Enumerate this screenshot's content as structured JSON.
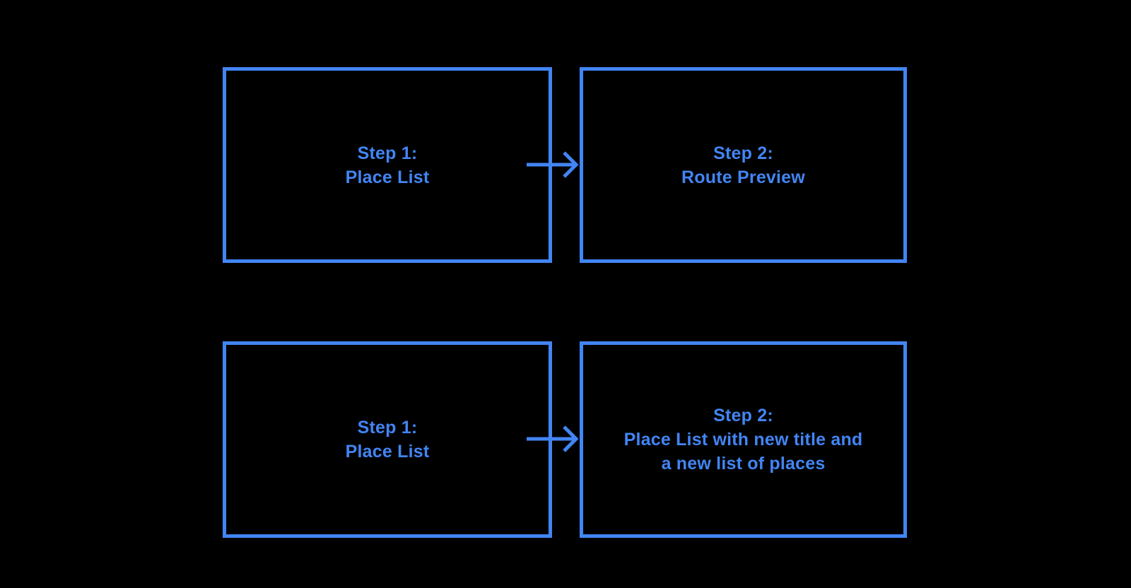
{
  "theme": {
    "background_color": "#000000",
    "accent_color": "#4285F4"
  },
  "boxes": [
    {
      "name": "step1-place-list-top",
      "lines": [
        "Step 1:",
        "Place List"
      ]
    },
    {
      "name": "step2-route-preview",
      "lines": [
        "Step 2:",
        "Route Preview"
      ]
    },
    {
      "name": "step1-place-list-bottom",
      "lines": [
        "Step 1:",
        "Place List"
      ]
    },
    {
      "name": "step2-place-list-new-title",
      "lines": [
        "Step 2:",
        "Place List with new title and",
        "a new list of places"
      ]
    }
  ],
  "arrows": [
    {
      "name": "arrow-step1-to-step2-top",
      "direction": "right"
    },
    {
      "name": "arrow-step1-to-step2-bottom",
      "direction": "right"
    }
  ]
}
